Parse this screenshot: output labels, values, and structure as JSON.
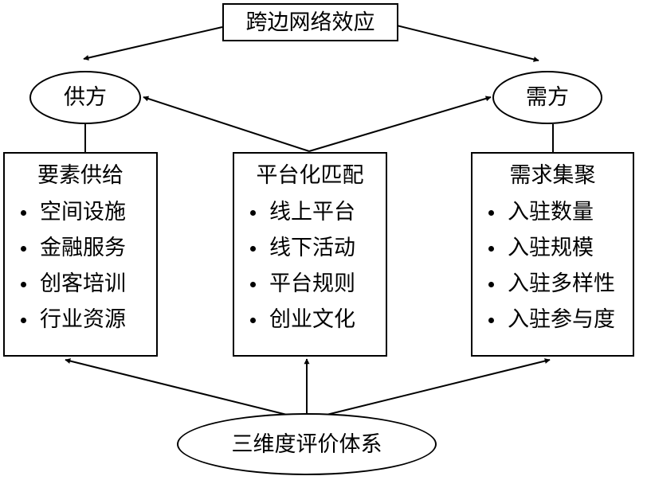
{
  "top": {
    "title": "跨边网络效应"
  },
  "supply_side": {
    "label": "供方"
  },
  "demand_side": {
    "label": "需方"
  },
  "columns": [
    {
      "title": "要素供给",
      "items": [
        "空间设施",
        "金融服务",
        "创客培训",
        "行业资源"
      ]
    },
    {
      "title": "平台化匹配",
      "items": [
        "线上平台",
        "线下活动",
        "平台规则",
        "创业文化"
      ]
    },
    {
      "title": "需求集聚",
      "items": [
        "入驻数量",
        "入驻规模",
        "入驻多样性",
        "入驻参与度"
      ]
    }
  ],
  "bottom": {
    "title": "三维度评价体系"
  }
}
